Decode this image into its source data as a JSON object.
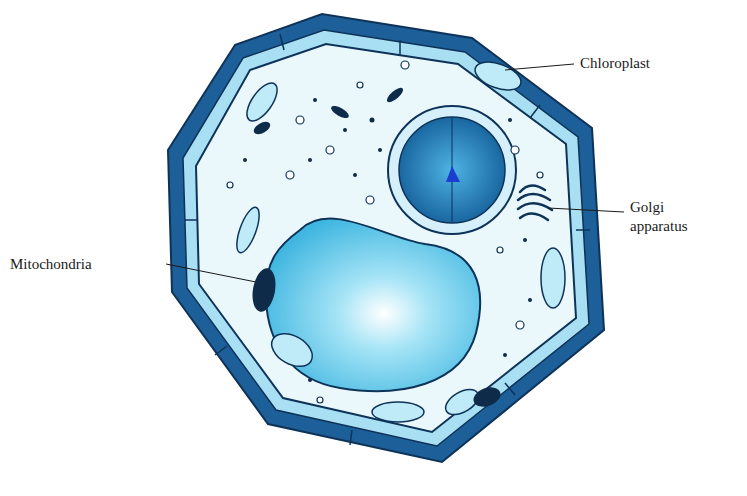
{
  "diagram": {
    "labels": [
      "Chloroplast",
      "Golgi apparatus",
      "Mitochondria"
    ]
  }
}
